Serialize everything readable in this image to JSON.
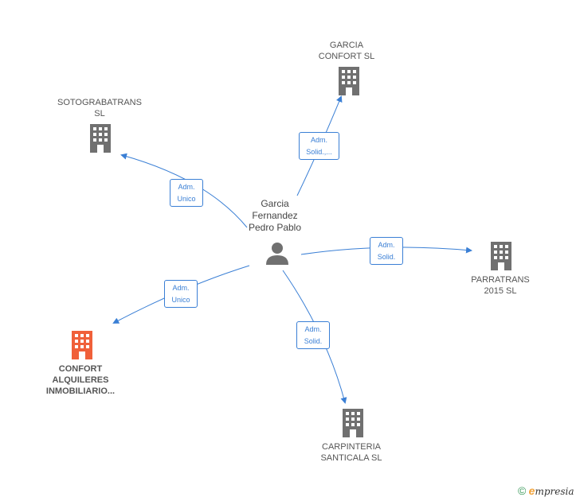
{
  "center": {
    "label": "Garcia\nFernandez\nPedro Pablo",
    "icon": "person-icon"
  },
  "nodes": [
    {
      "id": "garcia-confort",
      "label": "GARCIA\nCONFORT  SL",
      "icon": "building-icon",
      "color": "#707070"
    },
    {
      "id": "sotograbatrans",
      "label": "SOTOGRABATRANS\nSL",
      "icon": "building-icon",
      "color": "#707070"
    },
    {
      "id": "parratrans",
      "label": "PARRATRANS\n2015  SL",
      "icon": "building-icon",
      "color": "#707070"
    },
    {
      "id": "confort-alquileres",
      "label": "CONFORT\nALQUILERES\nINMOBILIARIO...",
      "icon": "building-icon",
      "color": "#f0603a"
    },
    {
      "id": "carpinteria",
      "label": "CARPINTERIA\nSANTICALA  SL",
      "icon": "building-icon",
      "color": "#707070"
    }
  ],
  "edges": [
    {
      "to": "garcia-confort",
      "line1": "Adm.",
      "line2": "Solid.,..."
    },
    {
      "to": "sotograbatrans",
      "line1": "Adm.",
      "line2": "Unico"
    },
    {
      "to": "parratrans",
      "line1": "Adm.",
      "line2": "Solid."
    },
    {
      "to": "confort-alquileres",
      "line1": "Adm.",
      "line2": "Unico"
    },
    {
      "to": "carpinteria",
      "line1": "Adm.",
      "line2": "Solid."
    }
  ],
  "colors": {
    "edge": "#3a7fd5",
    "building": "#707070",
    "highlight": "#f0603a",
    "person": "#707070"
  },
  "watermark": {
    "symbol": "©",
    "e": "e",
    "rest": "mpresia"
  }
}
